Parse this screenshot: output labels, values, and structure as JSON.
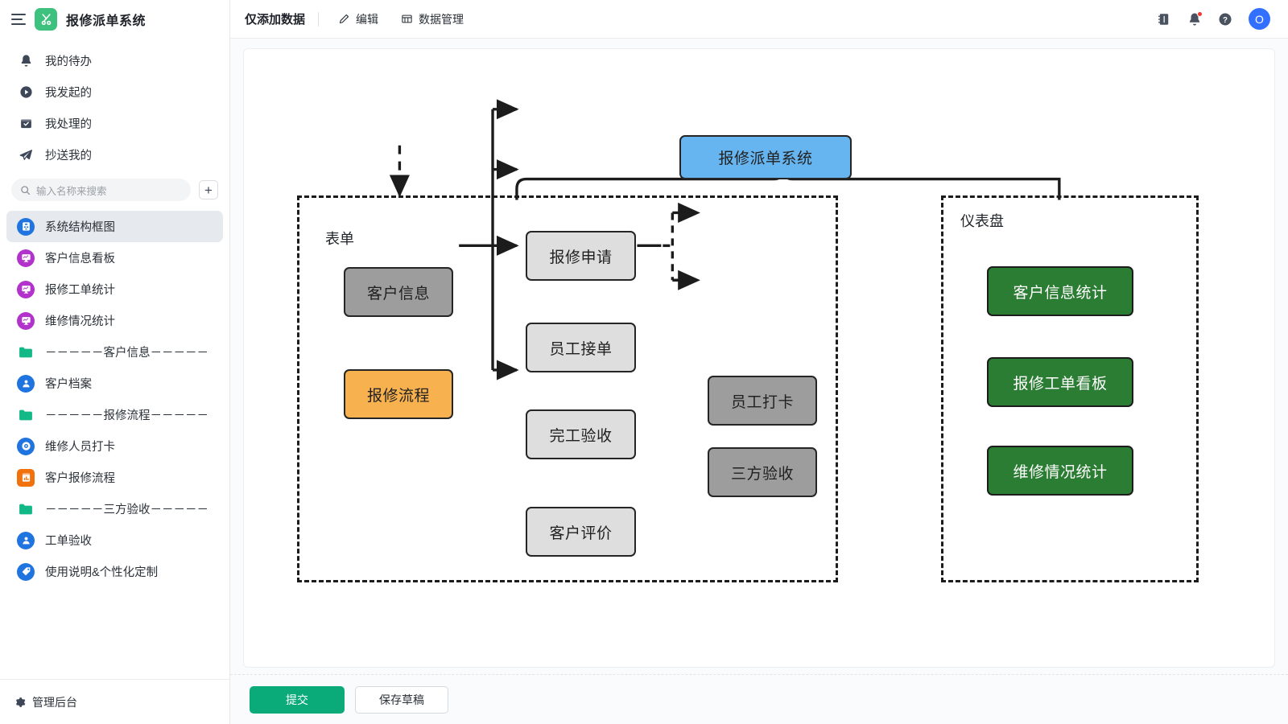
{
  "app": {
    "title": "报修派单系统",
    "logo_icon": "wrench-logo-icon",
    "menu_icon": "hamburger-menu-icon"
  },
  "sidebar": {
    "nav_top": [
      {
        "label": "我的待办",
        "icon": "bell-icon"
      },
      {
        "label": "我发起的",
        "icon": "play-circle-icon"
      },
      {
        "label": "我处理的",
        "icon": "inbox-check-icon"
      },
      {
        "label": "抄送我的",
        "icon": "paper-plane-icon"
      }
    ],
    "search": {
      "placeholder": "输入名称来搜索",
      "icon": "search-icon",
      "add_label": "+"
    },
    "items": [
      {
        "label": "系统结构框图",
        "icon": "structure-chart-icon",
        "color": "#1f74e0",
        "shape": "circle",
        "active": true
      },
      {
        "label": "客户信息看板",
        "icon": "dashboard-monitor-icon",
        "color": "#b233cc",
        "shape": "circle",
        "active": false
      },
      {
        "label": "报修工单统计",
        "icon": "dashboard-monitor-icon",
        "color": "#b233cc",
        "shape": "circle",
        "active": false
      },
      {
        "label": "维修情况统计",
        "icon": "dashboard-monitor-icon",
        "color": "#b233cc",
        "shape": "circle",
        "active": false
      },
      {
        "label": "－－－－－客户信息－－－－－",
        "icon": "folder-icon",
        "color": "#12b886",
        "shape": "folder",
        "active": false
      },
      {
        "label": "客户档案",
        "icon": "user-form-icon",
        "color": "#1f74e0",
        "shape": "circle",
        "active": false
      },
      {
        "label": "－－－－－报修流程－－－－－",
        "icon": "folder-icon",
        "color": "#12b886",
        "shape": "folder",
        "active": false
      },
      {
        "label": "维修人员打卡",
        "icon": "location-target-icon",
        "color": "#1f74e0",
        "shape": "circle",
        "active": false
      },
      {
        "label": "客户报修流程",
        "icon": "report-chart-icon",
        "color": "#f1710d",
        "shape": "rounded",
        "active": false
      },
      {
        "label": "－－－－－三方验收－－－－－",
        "icon": "folder-icon",
        "color": "#12b886",
        "shape": "folder",
        "active": false
      },
      {
        "label": "工单验收",
        "icon": "user-form-icon",
        "color": "#1f74e0",
        "shape": "circle",
        "active": false
      },
      {
        "label": "使用说明&个性化定制",
        "icon": "tag-icon",
        "color": "#1f74e0",
        "shape": "circle",
        "active": false
      }
    ],
    "footer": {
      "label": "管理后台",
      "icon": "gear-icon"
    }
  },
  "topbar": {
    "title": "仅添加数据",
    "edit_label": "编辑",
    "edit_icon": "pencil-icon",
    "data_label": "数据管理",
    "data_icon": "table-icon",
    "icons": [
      {
        "name": "notebook-icon"
      },
      {
        "name": "bell-icon",
        "badge": true
      },
      {
        "name": "help-circle-icon"
      }
    ],
    "avatar_text": "O",
    "avatar_color": "#3370ff"
  },
  "footer": {
    "submit_label": "提交",
    "draft_label": "保存草稿",
    "submit_color": "#0bab79"
  },
  "diagram": {
    "root": {
      "label": "报修派单系统",
      "fill": "#67b5f0"
    },
    "panels": [
      {
        "title": "表单"
      },
      {
        "title": "仪表盘"
      }
    ],
    "form_panel": {
      "source": {
        "label": "客户信息",
        "fill": "#9d9d9d"
      },
      "process": {
        "label": "报修流程",
        "fill": "#f8b14f"
      },
      "steps": [
        {
          "label": "报修申请",
          "fill": "#dedede"
        },
        {
          "label": "员工接单",
          "fill": "#dedede"
        },
        {
          "label": "完工验收",
          "fill": "#dedede"
        },
        {
          "label": "客户评价",
          "fill": "#dedede"
        }
      ],
      "acceptance": [
        {
          "label": "员工打卡",
          "fill": "#9d9d9d"
        },
        {
          "label": "三方验收",
          "fill": "#9d9d9d"
        }
      ]
    },
    "dashboard_panel": {
      "cards": [
        {
          "label": "客户信息统计",
          "fill": "#2b7d33"
        },
        {
          "label": "报修工单看板",
          "fill": "#2b7d33"
        },
        {
          "label": "维修情况统计",
          "fill": "#2b7d33"
        }
      ]
    }
  }
}
